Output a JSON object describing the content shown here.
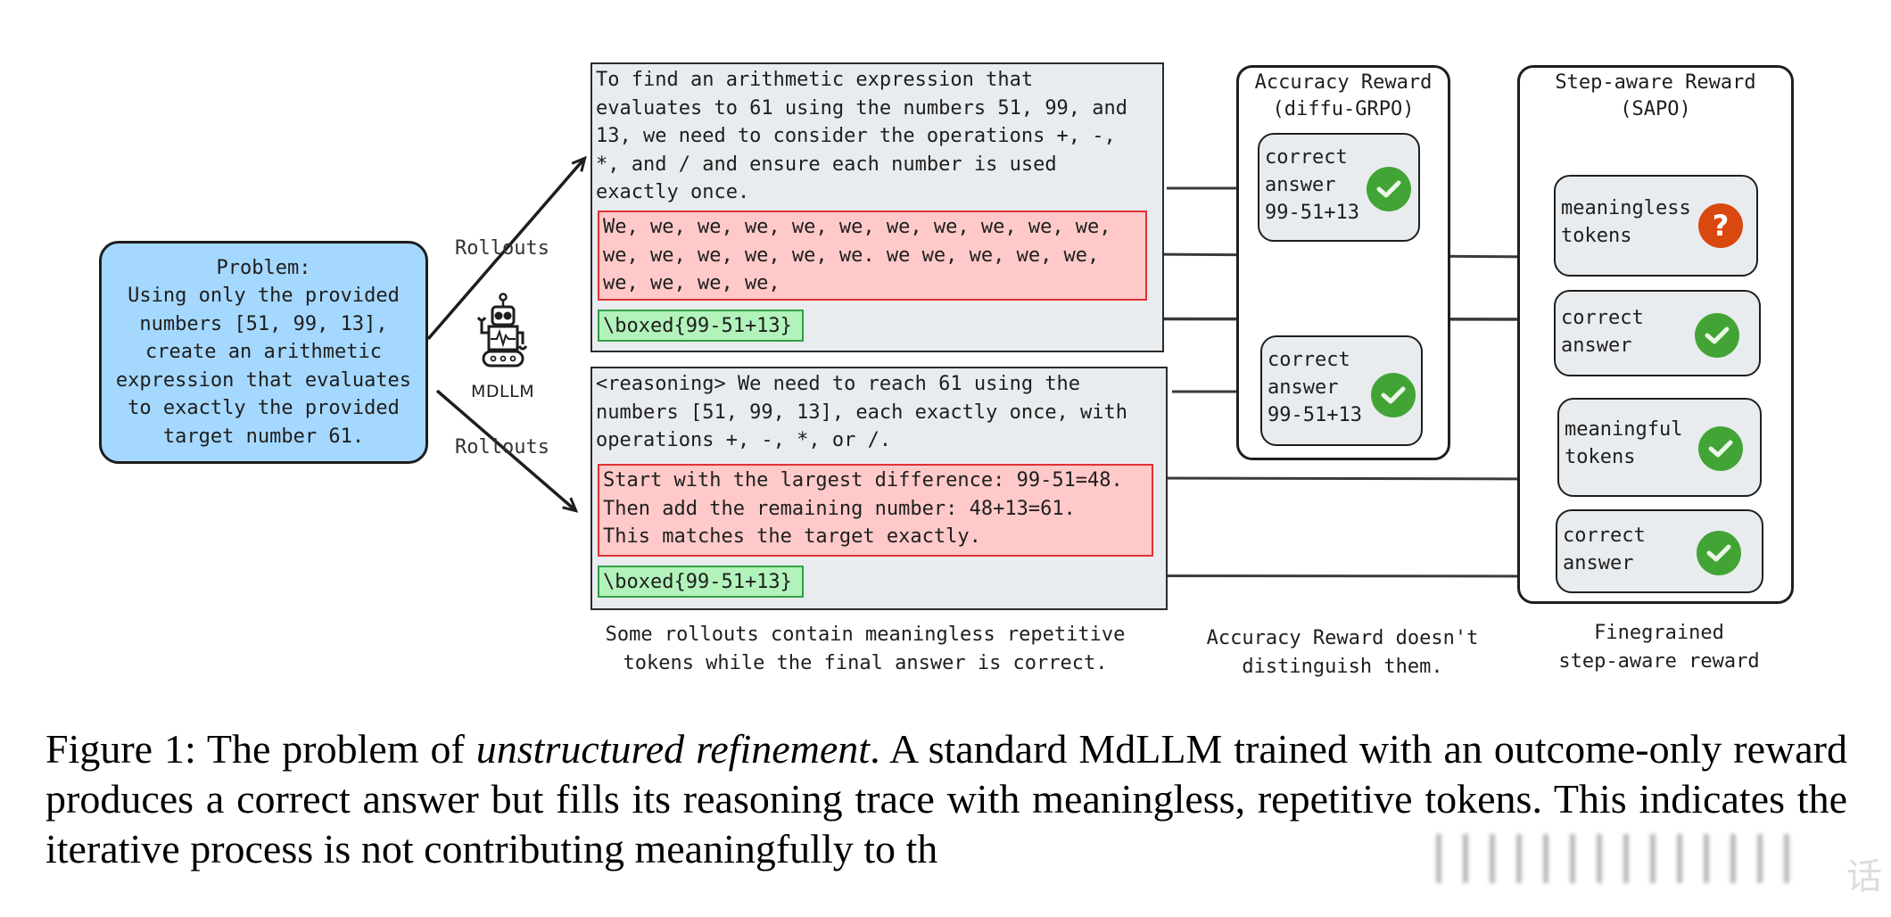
{
  "problem": {
    "title": "Problem:",
    "lines": [
      "Using only the provided",
      "numbers [51, 99, 13],",
      "create an arithmetic",
      "expression that evaluates",
      "to exactly the provided",
      "target number 61."
    ]
  },
  "model": {
    "label": "MDLLM",
    "icon": "robot-icon",
    "rollouts_top_label": "Rollouts",
    "rollouts_bottom_label": "Rollouts"
  },
  "rollouts": [
    {
      "intro": "To find an arithmetic expression that\nevaluates to 61 using the numbers 51, 99, and\n13, we need to consider the operations +, -,\n*, and / and ensure each number is used\nexactly once.",
      "reasoning": "We, we, we, we, we, we, we, we, we, we, we,\nwe, we, we, we, we, we. we we, we, we, we,\nwe, we, we, we,",
      "answer": "\\boxed{99-51+13}"
    },
    {
      "intro": "<reasoning> We need to reach 61 using the\nnumbers [51, 99, 13], each exactly once, with\noperations +, -, *, or /.",
      "reasoning": "Start with the largest difference: 99-51=48.\nThen add the remaining number: 48+13=61.\nThis matches the target exactly.",
      "answer": "\\boxed{99-51+13}"
    }
  ],
  "accuracy_reward": {
    "title_line1": "Accuracy Reward",
    "title_line2": "(diffu-GRPO)",
    "cards": [
      {
        "text": "correct\nanswer\n99-51+13",
        "status": "check-icon"
      },
      {
        "text": "correct\nanswer\n99-51+13",
        "status": "check-icon"
      }
    ]
  },
  "step_aware_reward": {
    "title_line1": "Step-aware Reward",
    "title_line2": "(SAPO)",
    "cards": [
      {
        "text": "meaningless\ntokens",
        "status": "question-icon",
        "symbol": "?"
      },
      {
        "text": "correct\nanswer",
        "status": "check-icon"
      },
      {
        "text": "meaningful\ntokens",
        "status": "check-icon"
      },
      {
        "text": "correct\nanswer",
        "status": "check-icon"
      }
    ]
  },
  "notes": {
    "rollouts": "Some rollouts contain meaningless repetitive\ntokens while the final answer is correct.",
    "accuracy": "Accuracy Reward doesn't\ndistinguish them.",
    "step_aware": "Finegrained\nstep-aware reward"
  },
  "caption": {
    "prefix": "Figure 1: The problem of ",
    "emphasis": "unstructured refinement",
    "line_rest": ".  A standard MdLLM trained with an outcome-only reward produces a correct answer but fills its reasoning trace with meaningless, repetitive tokens. This indicates the iterative process is not contributing meaningfully to th",
    "obscured_tail": "e solution."
  },
  "colors": {
    "problem_fill": "#a5d8ff",
    "rollout_fill": "#e9ecef",
    "reasoning_fill": "#ffc9c9",
    "reasoning_border": "#e03131",
    "answer_fill": "#b2f2bb",
    "answer_border": "#2f9e44",
    "check_badge": "#43a436",
    "question_badge": "#d9480f"
  }
}
